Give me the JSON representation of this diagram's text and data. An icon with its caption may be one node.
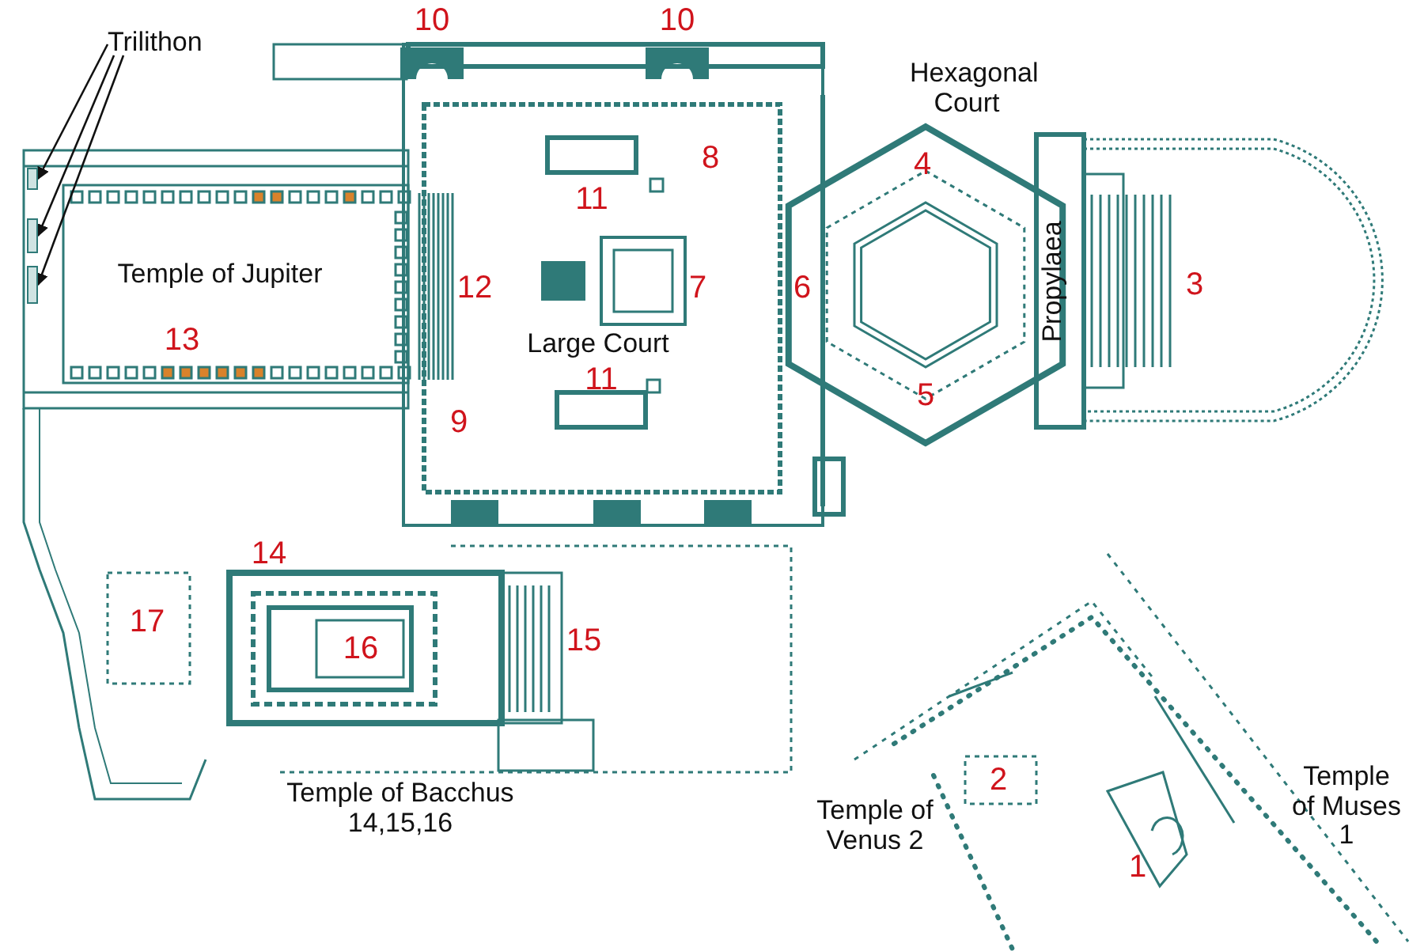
{
  "diagram": {
    "nodes": [
      {
        "text": [
          "Trilithon"
        ]
      },
      {
        "text": [],
        "shape": "box"
      },
      {
        "text": [],
        "shape": "box"
      },
      {
        "text": [],
        "shape": "box"
      }
    ],
    "edges": [
      {
        "from": 0,
        "to": 1,
        "arrow": "to"
      },
      {
        "from": 0,
        "to": 2,
        "arrow": "to"
      },
      {
        "from": 0,
        "to": 3,
        "arrow": "to"
      }
    ],
    "labels": [
      "10",
      "10",
      "Hexagonal Court",
      "4",
      "8",
      "11",
      "Temple of Jupiter",
      "12",
      "7",
      "6",
      "Propylaea",
      "3",
      "Large Court",
      "13",
      "11",
      "9",
      "5",
      "14",
      "17",
      "16",
      "15",
      "Temple of Bacchus 14,15,16",
      "2",
      "Temple of Venus 2",
      "Temple of Muses 1",
      "1"
    ]
  }
}
